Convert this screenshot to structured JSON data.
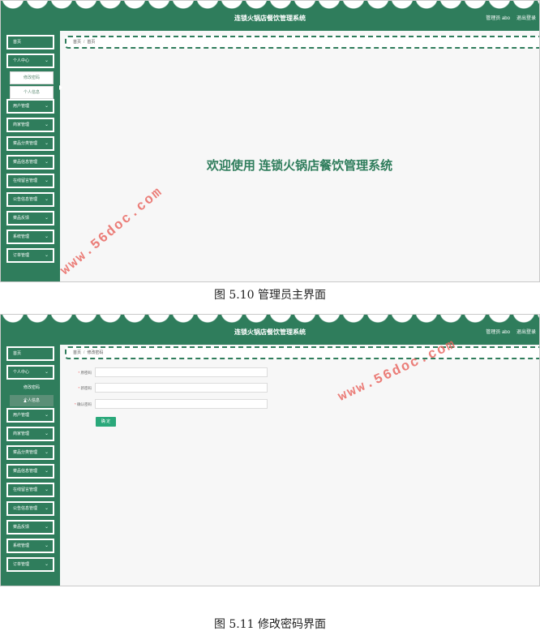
{
  "app": {
    "title": "连锁火锅店餐饮管理系统",
    "user_label": "管理员 abo",
    "logout_label": "退出登录"
  },
  "sidebar": {
    "items": [
      {
        "label": "首页"
      },
      {
        "label": "个人中心"
      },
      {
        "label": "用户管理"
      },
      {
        "label": "商家管理"
      },
      {
        "label": "菜品分类管理"
      },
      {
        "label": "菜品信息管理"
      },
      {
        "label": "在线留言管理"
      },
      {
        "label": "公告信息管理"
      },
      {
        "label": "菜品反馈"
      },
      {
        "label": "系统管理"
      },
      {
        "label": "订单管理"
      }
    ],
    "submenu": [
      {
        "label": "修改密码"
      },
      {
        "label": "个人信息"
      }
    ],
    "chevron": "⌄"
  },
  "screen1": {
    "breadcrumb": {
      "home": "首页",
      "sep": "/",
      "current": "首页"
    },
    "welcome": "欢迎使用 连锁火锅店餐饮管理系统"
  },
  "screen2": {
    "breadcrumb": {
      "home": "首页",
      "sep": "/",
      "current": "修改密码"
    },
    "form": {
      "required_mark": "*",
      "fields": [
        {
          "label": "原密码",
          "value": ""
        },
        {
          "label": "新密码",
          "value": ""
        },
        {
          "label": "确认密码",
          "value": ""
        }
      ],
      "submit_label": "确 定"
    }
  },
  "captions": {
    "fig1": "图 5.10 管理员主界面",
    "fig2": "图 5.11  修改密码界面"
  },
  "watermark": "www.56doc.com",
  "colors": {
    "primary": "#2f7d5c",
    "button": "#2aa87a",
    "watermark": "#e96a64"
  }
}
